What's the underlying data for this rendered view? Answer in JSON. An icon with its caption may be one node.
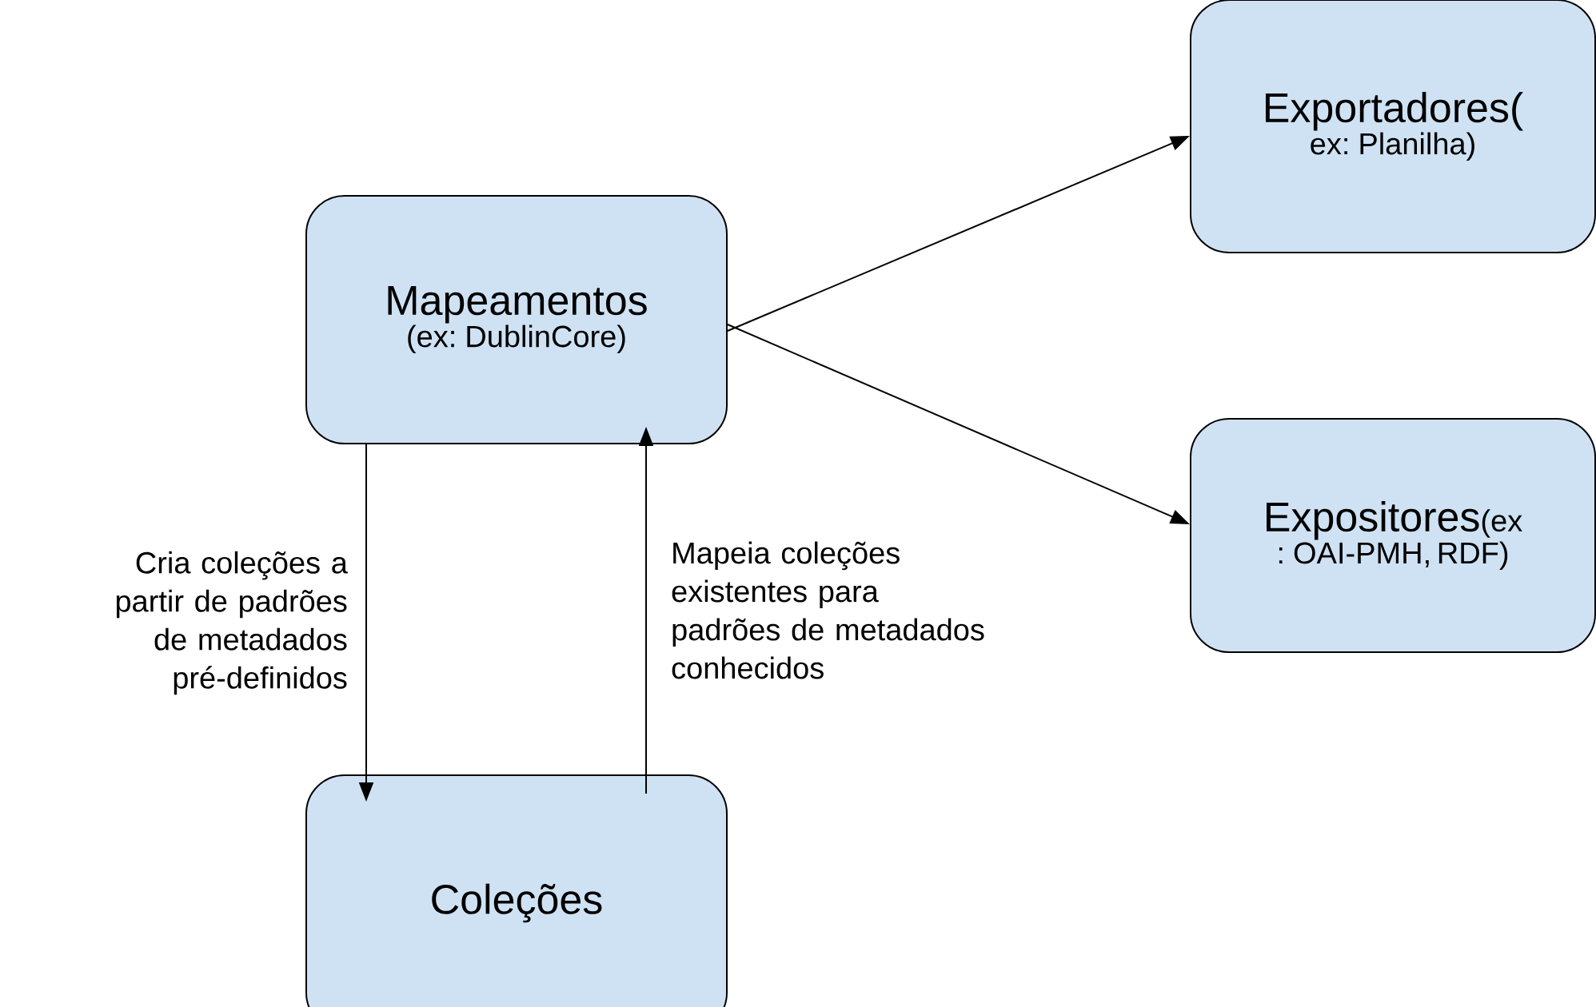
{
  "diagram": {
    "nodes": [
      {
        "text": [
          "Mapeamentos",
          "(ex: DublinCore)"
        ]
      },
      {
        "text": [
          "Exportadores(",
          "ex: Planilha)"
        ]
      },
      {
        "text": [
          "Expositores",
          "(ex : OAI-PMH, RDF)"
        ]
      },
      {
        "text": [
          "Coleções"
        ]
      }
    ],
    "edges": [
      {
        "from": 0,
        "to": 1,
        "arrow": "to"
      },
      {
        "from": 0,
        "to": 2,
        "arrow": "to"
      },
      {
        "from": 0,
        "to": 3,
        "arrow": "to",
        "label": "Cria coleções a partir de padrões de metadados pré-definidos"
      },
      {
        "from": 3,
        "to": 0,
        "arrow": "to",
        "label": "Mapeia coleções existentes para padrões de metadados conhecidos"
      }
    ]
  }
}
